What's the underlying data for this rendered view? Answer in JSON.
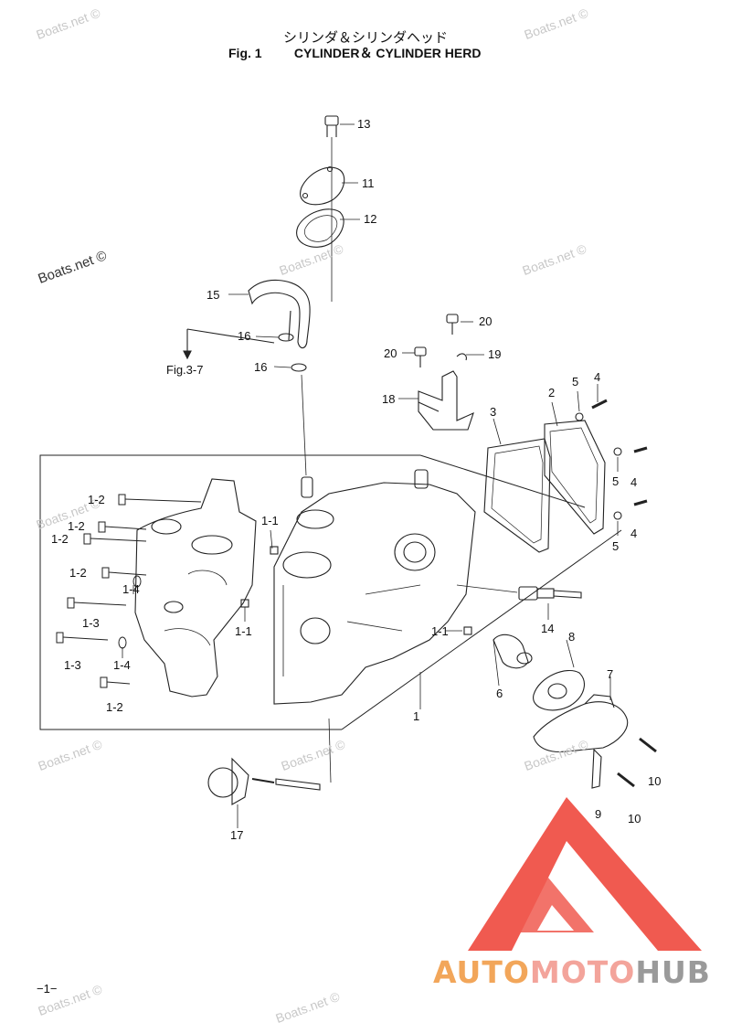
{
  "header": {
    "title_jp": "シリンダ＆シリンダヘッド",
    "fig_label": "Fig. 1",
    "title_en": "CYLINDER＆ CYLINDER HERD"
  },
  "watermark": {
    "text": "Boats.net ©"
  },
  "reference": {
    "label": "Fig.3-7"
  },
  "parts": [
    "13",
    "11",
    "12",
    "15",
    "16",
    "16",
    "20",
    "20",
    "19",
    "18",
    "2",
    "3",
    "5",
    "4",
    "4",
    "5",
    "4",
    "5",
    "1-2",
    "1-2",
    "1-2",
    "1-2",
    "1-2",
    "1-4",
    "1-4",
    "1-3",
    "1-3",
    "1-1",
    "1-1",
    "1-1",
    "14",
    "8",
    "7",
    "6",
    "1",
    "10",
    "10",
    "9",
    "17"
  ],
  "page_number": "−1−",
  "brand": {
    "part1": "AUTO",
    "part2": "MOTO",
    "part3": "HUB",
    "triangle_color": "#f05a50"
  }
}
